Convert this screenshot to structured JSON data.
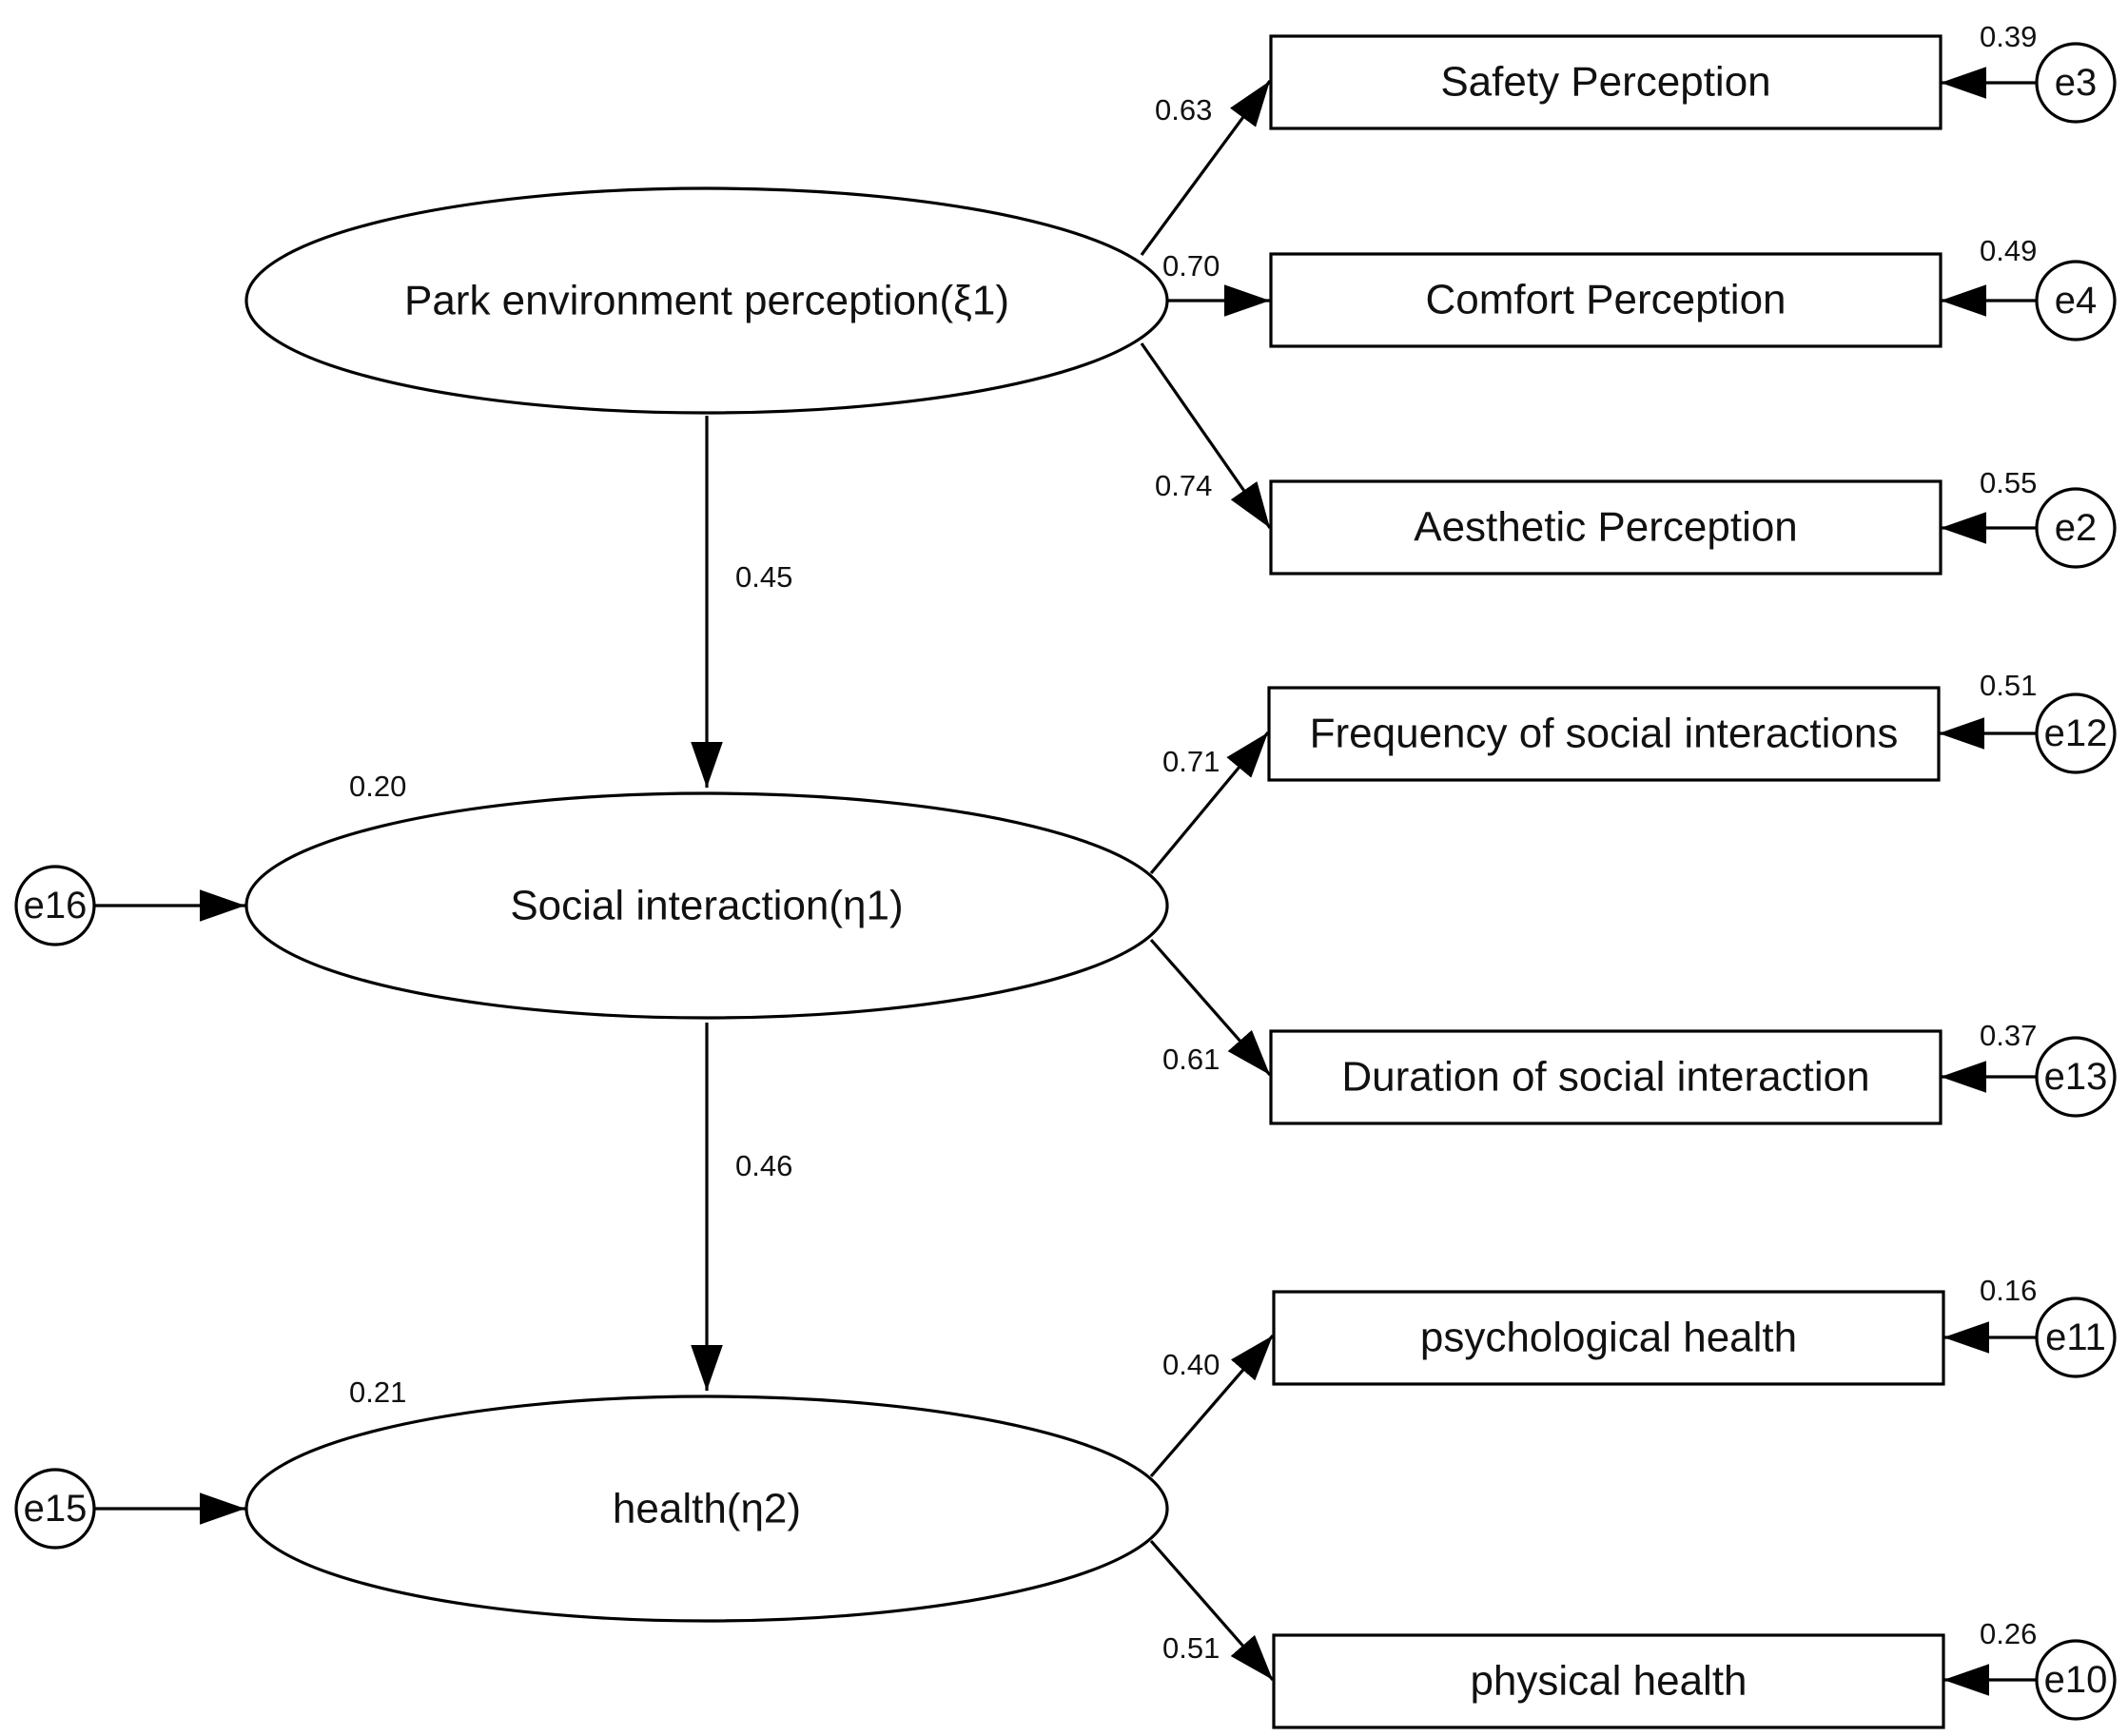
{
  "diagram": {
    "latents": [
      {
        "id": "park",
        "label": "Park environment perception(ξ1)"
      },
      {
        "id": "social",
        "label": "Social interaction(η1)"
      },
      {
        "id": "health",
        "label": "health(η2)"
      }
    ],
    "indicators": [
      {
        "id": "safety",
        "label": "Safety Perception"
      },
      {
        "id": "comfort",
        "label": "Comfort Perception"
      },
      {
        "id": "aesthetic",
        "label": "Aesthetic Perception"
      },
      {
        "id": "freq",
        "label": "Frequency of social interactions"
      },
      {
        "id": "duration",
        "label": "Duration of social interaction"
      },
      {
        "id": "psych",
        "label": "psychological health"
      },
      {
        "id": "phys",
        "label": "physical health"
      }
    ],
    "errors": [
      {
        "id": "e3",
        "label": "e3"
      },
      {
        "id": "e4",
        "label": "e4"
      },
      {
        "id": "e2",
        "label": "e2"
      },
      {
        "id": "e12",
        "label": "e12"
      },
      {
        "id": "e13",
        "label": "e13"
      },
      {
        "id": "e11",
        "label": "e11"
      },
      {
        "id": "e10",
        "label": "e10"
      },
      {
        "id": "e16",
        "label": "e16"
      },
      {
        "id": "e15",
        "label": "e15"
      }
    ],
    "path_coefficients": {
      "park_to_social": "0.45",
      "social_to_health": "0.46"
    },
    "loadings": {
      "safety": "0.63",
      "comfort": "0.70",
      "aesthetic": "0.74",
      "freq": "0.71",
      "duration": "0.61",
      "psych": "0.40",
      "phys": "0.51"
    },
    "indicator_r2": {
      "e3": "0.39",
      "e4": "0.49",
      "e2": "0.55",
      "e12": "0.51",
      "e13": "0.37",
      "e11": "0.16",
      "e10": "0.26"
    },
    "latent_r2": {
      "social": "0.20",
      "health": "0.21"
    }
  }
}
